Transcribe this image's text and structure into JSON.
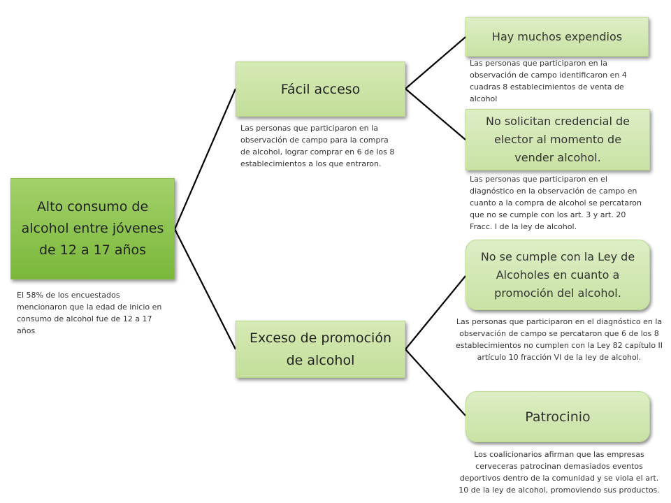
{
  "root": {
    "label": "Alto consumo de alcohol entre jóvenes de 12 a 17 años",
    "note": "El 58% de los encuestados mencionaron que la edad de inicio en consumo de alcohol fue de 12 a 17 años"
  },
  "branches": [
    {
      "label": "Fácil acceso",
      "note": "Las personas que participaron en la observación de campo para la compra de alcohol, lograr comprar en 6 de los 8 establecimientos a los que entraron.",
      "children": [
        {
          "label": "Hay muchos expendios",
          "note": "Las personas que participaron en la observación de campo identificaron en 4 cuadras 8 establecimientos de venta de alcohol"
        },
        {
          "label": "No solicitan credencial de elector al momento de vender alcohol.",
          "note": "Las personas que participaron en el diagnóstico en la observación de campo en cuanto a la compra de alcohol se percataron que no se cumple con los art. 3 y art. 20 Fracc. I de la ley de alcohol."
        }
      ]
    },
    {
      "label": "Exceso de promoción de alcohol",
      "children": [
        {
          "label": "No se cumple con la Ley de Alcoholes en cuanto a promoción del alcohol.",
          "note": "Las personas que participaron en el diagnóstico en la observación de campo se percataron que 6 de los 8 establecimientos no cumplen con la Ley 82 capítulo II artículo 10 fracción VI de la ley de alcohol."
        },
        {
          "label": "Patrocinio",
          "note": "Los coalicionarios afirman que las empresas cerveceras patrocinan demasiados eventos deportivos dentro de la comunidad y se viola el art. 10 de la ley de alcohol, promoviendo sus productos."
        }
      ]
    }
  ],
  "colors": {
    "root_fill": "#8cc350",
    "node_fill": "#cde4a8",
    "connector": "#000000"
  }
}
